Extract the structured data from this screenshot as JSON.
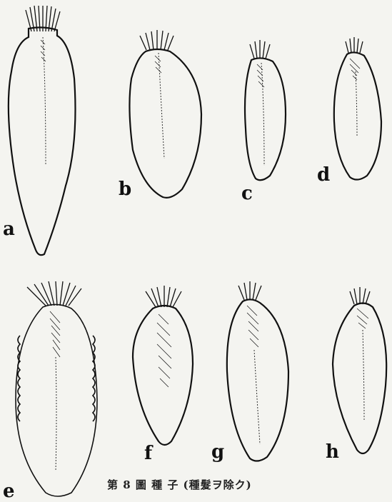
{
  "figure": {
    "labels": [
      "a",
      "b",
      "c",
      "d",
      "e",
      "f",
      "g",
      "h"
    ],
    "caption": "第 8 圖  種 子 (種髮ヲ除ク)"
  }
}
